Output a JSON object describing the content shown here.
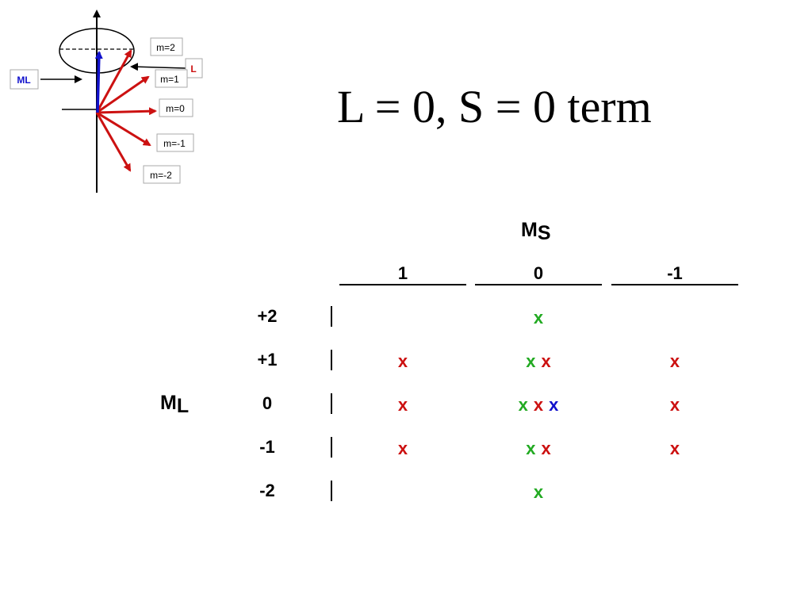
{
  "diagram": {
    "labels": {
      "ml": "ML",
      "l": "L",
      "m2": "m=2",
      "m1": "m=1",
      "m0": "m=0",
      "mneg1": "m=-1",
      "mneg2": "m=-2"
    },
    "colors": {
      "ml_arrow": "#1111cc",
      "l_arrows": "#cc1111",
      "l_label": "#cc1111",
      "ml_label": "#1111cc"
    }
  },
  "title": "L = 0, S = 0 term",
  "table": {
    "ms_label": "M",
    "ms_sub": "S",
    "ml_label": "M",
    "ml_sub": "L",
    "columns": [
      "1",
      "0",
      "-1"
    ],
    "rows": [
      {
        "label": "+2",
        "cells": [
          [],
          [
            "green"
          ],
          []
        ]
      },
      {
        "label": "+1",
        "cells": [
          [
            "red"
          ],
          [
            "green",
            "red"
          ],
          [
            "red"
          ]
        ]
      },
      {
        "label": "0",
        "cells": [
          [
            "red"
          ],
          [
            "green",
            "red",
            "blue"
          ],
          [
            "red"
          ]
        ]
      },
      {
        "label": "-1",
        "cells": [
          [
            "red"
          ],
          [
            "green",
            "red"
          ],
          [
            "red"
          ]
        ]
      },
      {
        "label": "-2",
        "cells": [
          [],
          [
            "green"
          ],
          []
        ]
      }
    ],
    "mark": "x",
    "mark_colors": {
      "red": "#cc1111",
      "green": "#22aa22",
      "blue": "#1111cc"
    }
  }
}
